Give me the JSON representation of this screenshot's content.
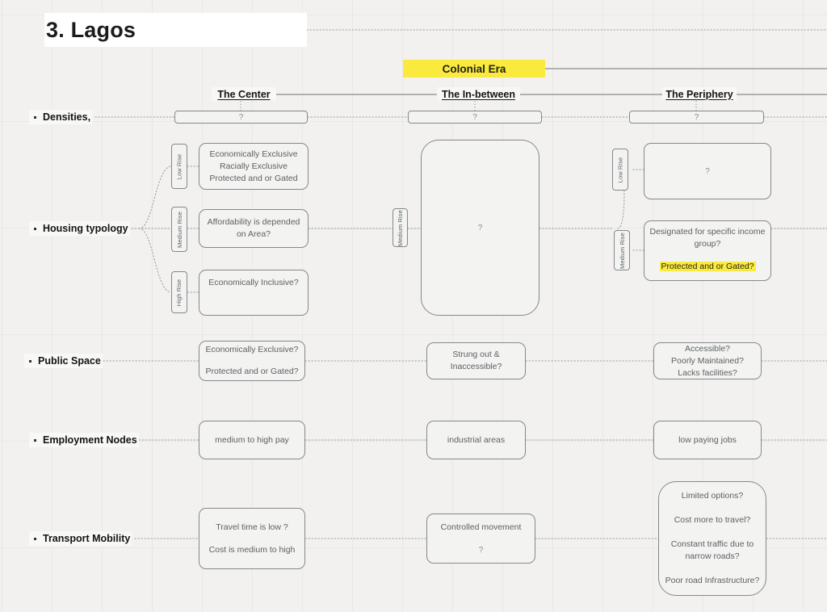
{
  "page": {
    "title": "3. Lagos",
    "accent_yellow": "#fbea3e",
    "background": "#f2f1ef",
    "node_border": "#85888c",
    "node_text": "#5d6064"
  },
  "era": {
    "label": "Colonial Era"
  },
  "columns": [
    {
      "id": "center",
      "label": "The Center"
    },
    {
      "id": "in-between",
      "label": "The In-between"
    },
    {
      "id": "periphery",
      "label": "The Periphery"
    }
  ],
  "rows": [
    {
      "id": "densities",
      "label": "Densities,"
    },
    {
      "id": "housing-typology",
      "label": "Housing typology"
    },
    {
      "id": "public-space",
      "label": "Public Space"
    },
    {
      "id": "employment-nodes",
      "label": "Employment Nodes"
    },
    {
      "id": "transport-mobility",
      "label": "Transport Mobility"
    }
  ],
  "densities": {
    "center": {
      "text": "?"
    },
    "in_between": {
      "text": "?"
    },
    "periphery": {
      "text": "?"
    }
  },
  "housing": {
    "center": [
      {
        "tag": "Low Rise",
        "lines": [
          "Economically Exclusive",
          "Racially Exclusive",
          "Protected and or Gated"
        ]
      },
      {
        "tag": "Medium Rise",
        "lines": [
          "Affordability is depended on Area?"
        ]
      },
      {
        "tag": "High Rise",
        "lines": [
          "Economically Inclusive?"
        ]
      }
    ],
    "in_between": {
      "tag": "Medium Rise",
      "lines": [
        "?"
      ]
    },
    "periphery": [
      {
        "tag": "Low Rise",
        "lines": [
          "?"
        ],
        "highlight": null
      },
      {
        "tag": "Medium Rise",
        "lines": [
          "Designated for specific income group?"
        ],
        "highlight": "Protected and or Gated?"
      }
    ]
  },
  "public_space": {
    "center": {
      "lines": [
        "Economically Exclusive?",
        "Protected and or Gated?"
      ],
      "gap": true
    },
    "in_between": {
      "lines": [
        "Strung out & Inaccessible?"
      ]
    },
    "periphery": {
      "lines": [
        "Accessible?",
        "Poorly Maintained?",
        "Lacks facilities?"
      ]
    }
  },
  "employment": {
    "center": {
      "lines": [
        "medium to high pay"
      ]
    },
    "in_between": {
      "lines": [
        "industrial areas"
      ]
    },
    "periphery": {
      "lines": [
        "low paying jobs"
      ]
    }
  },
  "transport": {
    "center": {
      "lines": [
        "Travel time is low ?",
        "Cost is medium to high"
      ],
      "gap": true
    },
    "in_between": {
      "lines": [
        "Controlled movement",
        "?"
      ],
      "gap": true
    },
    "periphery": {
      "lines": [
        "Limited options?",
        "Cost more to travel?",
        "Constant traffic due to narrow roads?",
        "Poor road Infrastructure?"
      ]
    }
  }
}
